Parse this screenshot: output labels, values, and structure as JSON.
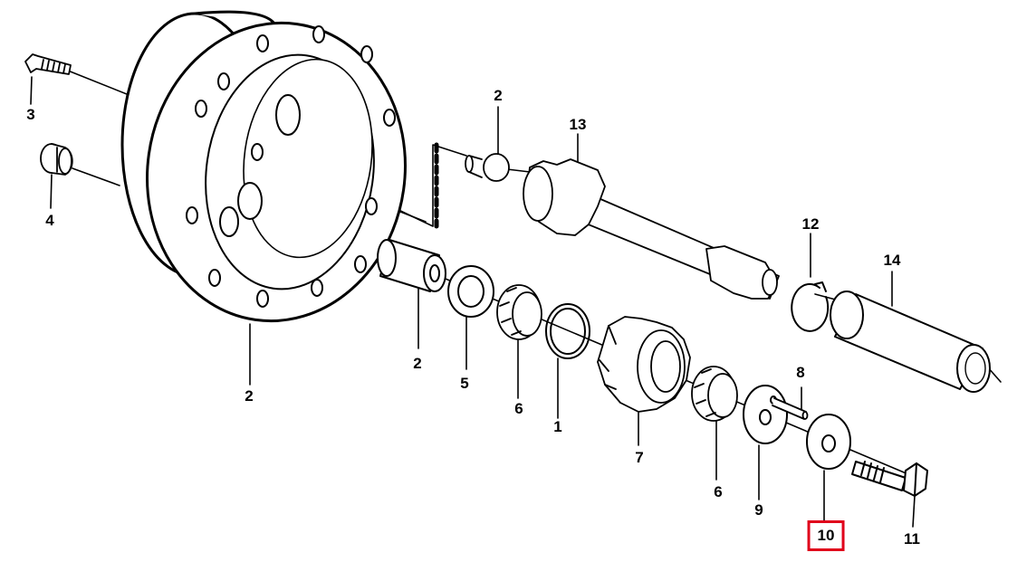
{
  "highlight_color": "#e0001b",
  "labels": {
    "l2_top": "2",
    "l13": "13",
    "l3": "3",
    "l4": "4",
    "l12": "12",
    "l14": "14",
    "l2_bushing": "2",
    "l5": "5",
    "l6_left": "6",
    "l1": "1",
    "l7": "7",
    "l8": "8",
    "l2_housing": "2",
    "l6_right": "6",
    "l9": "9",
    "l10": "10",
    "l11": "11"
  },
  "highlighted": "10"
}
